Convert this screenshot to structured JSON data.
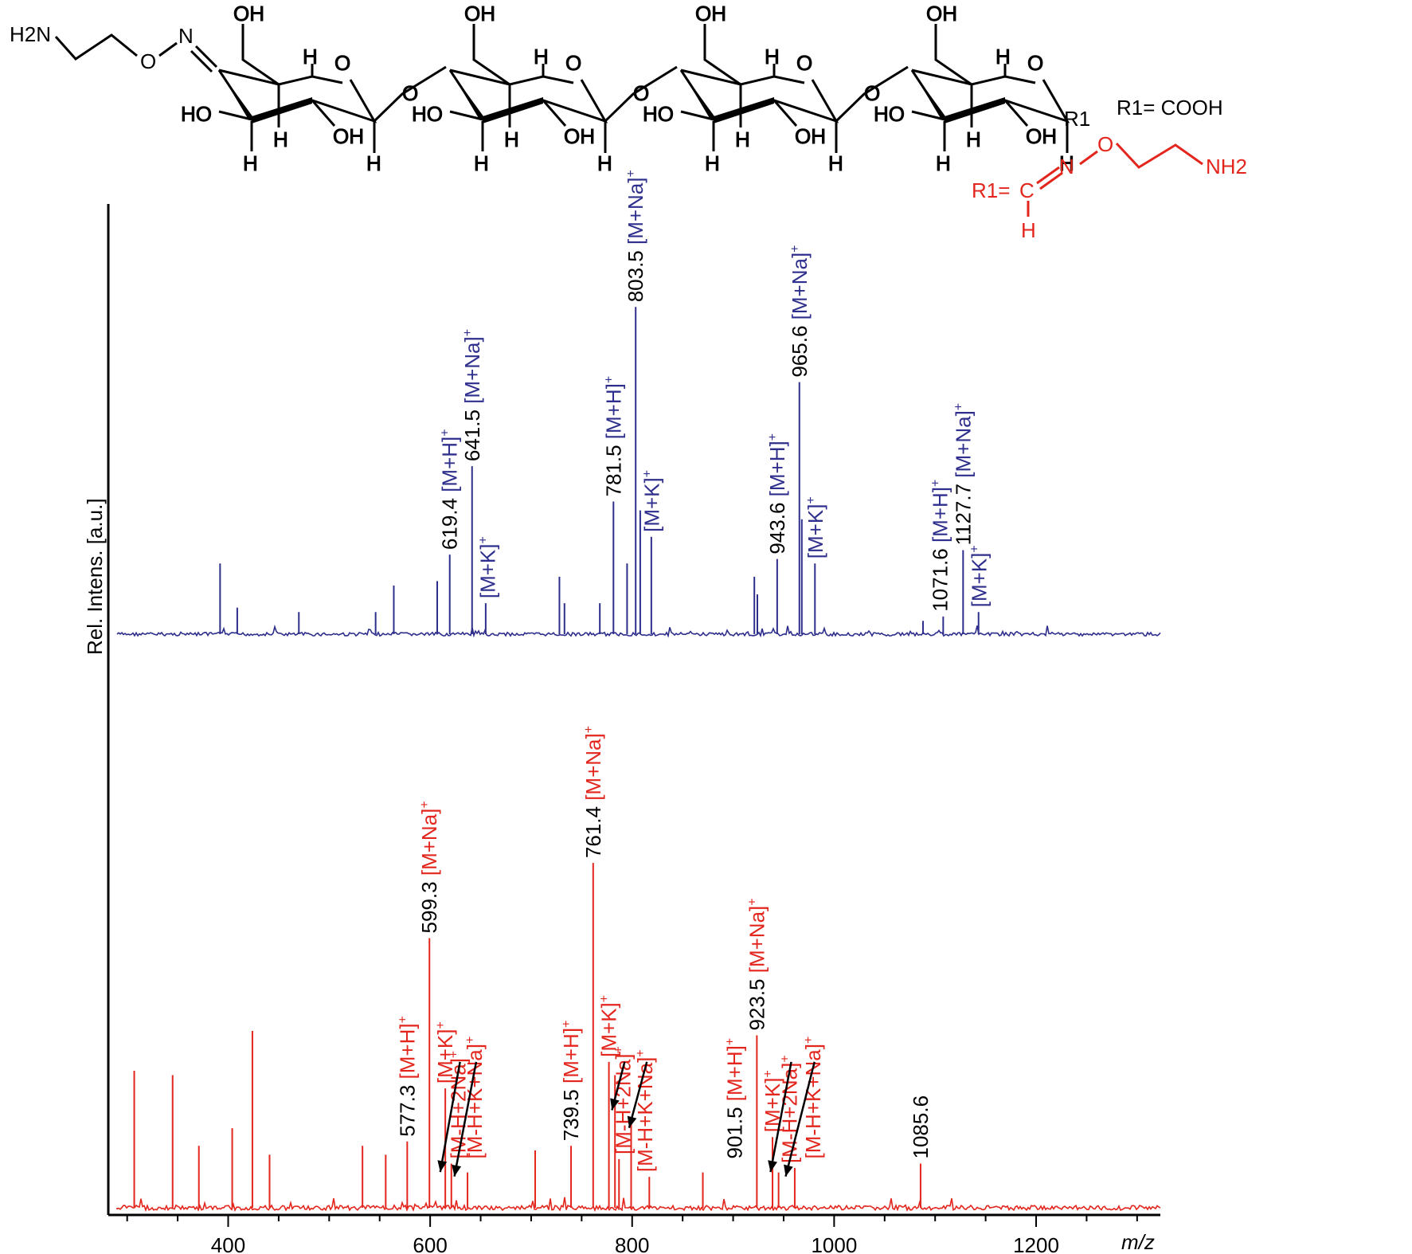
{
  "structure": {
    "left_group": "H2N",
    "left_o": "O",
    "left_n": "N",
    "oh_label": "OH",
    "ho_label": "HO",
    "h_label": "H",
    "ring_o": "O",
    "r1_label": "R1",
    "r1_def_cooh": "R1= COOH",
    "r1_def_red_prefix": "R1=",
    "red_c": "C",
    "red_n": "N",
    "red_o": "O",
    "red_nh2": "NH2",
    "red_h": "H"
  },
  "chart_data": {
    "type": "line",
    "ylabel": "Rel. Intens. [a.u.]",
    "xlabel": "m/z",
    "xlim": [
      290,
      1323
    ],
    "x_ticks": [
      400,
      600,
      800,
      1000,
      1200
    ],
    "grid": false,
    "colors": {
      "blue": "#2e2e8c",
      "red": "#e3261d",
      "annotation": "#000000"
    },
    "series": [
      {
        "color": "blue",
        "peaks": [
          {
            "x": 392.0,
            "y": 0.16
          },
          {
            "x": 409.0,
            "y": 0.06
          },
          {
            "x": 470.0,
            "y": 0.05
          },
          {
            "x": 546.0,
            "y": 0.05
          },
          {
            "x": 564.0,
            "y": 0.11
          },
          {
            "x": 607.0,
            "y": 0.12
          },
          {
            "x": 619.4,
            "y": 0.18
          },
          {
            "x": 641.5,
            "y": 0.38
          },
          {
            "x": 655.0,
            "y": 0.07
          },
          {
            "x": 728.0,
            "y": 0.13
          },
          {
            "x": 733.0,
            "y": 0.07
          },
          {
            "x": 768.0,
            "y": 0.07
          },
          {
            "x": 781.5,
            "y": 0.3
          },
          {
            "x": 795.0,
            "y": 0.16
          },
          {
            "x": 803.5,
            "y": 0.74
          },
          {
            "x": 808.0,
            "y": 0.28
          },
          {
            "x": 819.0,
            "y": 0.22
          },
          {
            "x": 921.0,
            "y": 0.13
          },
          {
            "x": 924.0,
            "y": 0.09
          },
          {
            "x": 943.6,
            "y": 0.17
          },
          {
            "x": 965.6,
            "y": 0.57
          },
          {
            "x": 968.0,
            "y": 0.26
          },
          {
            "x": 981.0,
            "y": 0.16
          },
          {
            "x": 1088.0,
            "y": 0.03
          },
          {
            "x": 1108.0,
            "y": 0.04
          },
          {
            "x": 1127.7,
            "y": 0.19
          },
          {
            "x": 1143.0,
            "y": 0.05
          }
        ],
        "labels": [
          {
            "value": "619.4",
            "ion": "[M+H]",
            "x": 619.4
          },
          {
            "value": "641.5",
            "ion": "[M+Na]",
            "x": 641.5
          },
          {
            "value": "",
            "ion": "[M+K]",
            "x": 657.0
          },
          {
            "value": "781.5",
            "ion": "[M+H]",
            "x": 781.5
          },
          {
            "value": "803.5",
            "ion": "[M+Na]",
            "x": 803.5
          },
          {
            "value": "",
            "ion": "[M+K]",
            "x": 819.5
          },
          {
            "value": "943.6",
            "ion": "[M+H]",
            "x": 943.6
          },
          {
            "value": "965.6",
            "ion": "[M+Na]",
            "x": 965.6
          },
          {
            "value": "",
            "ion": "[M+K]",
            "x": 981.5
          },
          {
            "value": "1071.6",
            "ion": "[M+H]",
            "x": 1105.0
          },
          {
            "value": "1127.7",
            "ion": "[M+Na]",
            "x": 1127.7
          },
          {
            "value": "",
            "ion": "[M+K]",
            "x": 1143.5
          }
        ]
      },
      {
        "color": "red",
        "peaks": [
          {
            "x": 307.0,
            "y": 0.31
          },
          {
            "x": 345.0,
            "y": 0.3
          },
          {
            "x": 371.0,
            "y": 0.14
          },
          {
            "x": 404.0,
            "y": 0.18
          },
          {
            "x": 424.0,
            "y": 0.4
          },
          {
            "x": 441.0,
            "y": 0.12
          },
          {
            "x": 533.0,
            "y": 0.14
          },
          {
            "x": 556.0,
            "y": 0.12
          },
          {
            "x": 577.3,
            "y": 0.15
          },
          {
            "x": 599.3,
            "y": 0.61
          },
          {
            "x": 615.0,
            "y": 0.27
          },
          {
            "x": 621.0,
            "y": 0.1
          },
          {
            "x": 637.0,
            "y": 0.08
          },
          {
            "x": 704.0,
            "y": 0.13
          },
          {
            "x": 739.5,
            "y": 0.14
          },
          {
            "x": 761.4,
            "y": 0.78
          },
          {
            "x": 777.0,
            "y": 0.33
          },
          {
            "x": 783.0,
            "y": 0.3
          },
          {
            "x": 787.0,
            "y": 0.11
          },
          {
            "x": 799.0,
            "y": 0.2
          },
          {
            "x": 817.0,
            "y": 0.07
          },
          {
            "x": 870.0,
            "y": 0.08
          },
          {
            "x": 923.5,
            "y": 0.39
          },
          {
            "x": 939.0,
            "y": 0.16
          },
          {
            "x": 945.0,
            "y": 0.08
          },
          {
            "x": 961.0,
            "y": 0.09
          },
          {
            "x": 1085.6,
            "y": 0.1
          }
        ],
        "labels": [
          {
            "value": "577.3",
            "ion": "[M+H]",
            "x": 577.3
          },
          {
            "value": "599.3",
            "ion": "[M+Na]",
            "x": 599.3
          },
          {
            "value": "",
            "ion": "[M+K]",
            "x": 615.0
          },
          {
            "value": "",
            "ion": "[M-H+2Na]",
            "x": 628.0
          },
          {
            "value": "",
            "ion": "[M-H+K+Na]",
            "x": 644.0
          },
          {
            "value": "739.5",
            "ion": "[M+H]",
            "x": 739.5
          },
          {
            "value": "761.4",
            "ion": "[M+Na]",
            "x": 761.4
          },
          {
            "value": "",
            "ion": "[M+K]",
            "x": 777.0
          },
          {
            "value": "",
            "ion": "[M-H+2Na]",
            "x": 791.0
          },
          {
            "value": "",
            "ion": "[M-H+K+Na]",
            "x": 813.0
          },
          {
            "value": "901.5",
            "ion": "[M+H]",
            "x": 901.5
          },
          {
            "value": "923.5",
            "ion": "[M+Na]",
            "x": 923.5
          },
          {
            "value": "",
            "ion": "[M+K]",
            "x": 939.0
          },
          {
            "value": "",
            "ion": "[M-H+2Na]",
            "x": 956.0
          },
          {
            "value": "",
            "ion": "[M-H+K+Na]",
            "x": 979.0
          },
          {
            "value": "1085.6",
            "ion": "",
            "x": 1085.6
          }
        ],
        "arrows": [
          {
            "from_x": 628.0,
            "to_x": 610.0,
            "to_y": 0.07
          },
          {
            "from_x": 644.0,
            "to_x": 624.0,
            "to_y": 0.06
          },
          {
            "from_x": 791.0,
            "to_x": 780.0,
            "to_y": 0.21
          },
          {
            "from_x": 813.0,
            "to_x": 797.0,
            "to_y": 0.17
          },
          {
            "from_x": 956.0,
            "to_x": 937.0,
            "to_y": 0.07
          },
          {
            "from_x": 979.0,
            "to_x": 952.0,
            "to_y": 0.06
          }
        ]
      }
    ]
  }
}
